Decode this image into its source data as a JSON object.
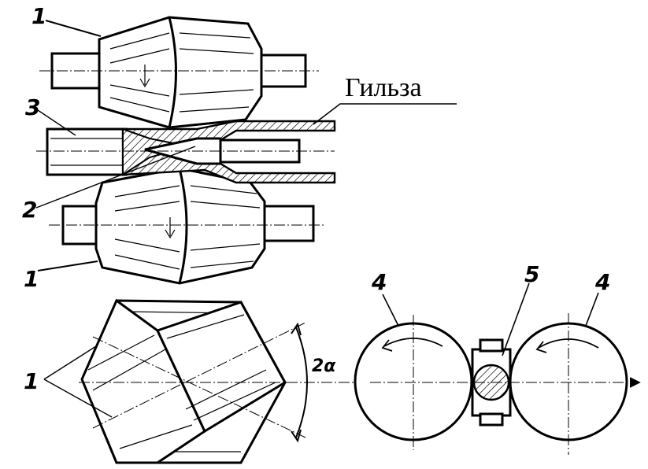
{
  "labels": {
    "sleeve": "Гильза",
    "roll_1_top": "1",
    "roll_1_bottom": "1",
    "roll_1_plan": "1",
    "workpiece": "3",
    "mandrel": "2",
    "roll_4_left": "4",
    "roll_4_right": "4",
    "guide": "5",
    "angle": "2α"
  }
}
